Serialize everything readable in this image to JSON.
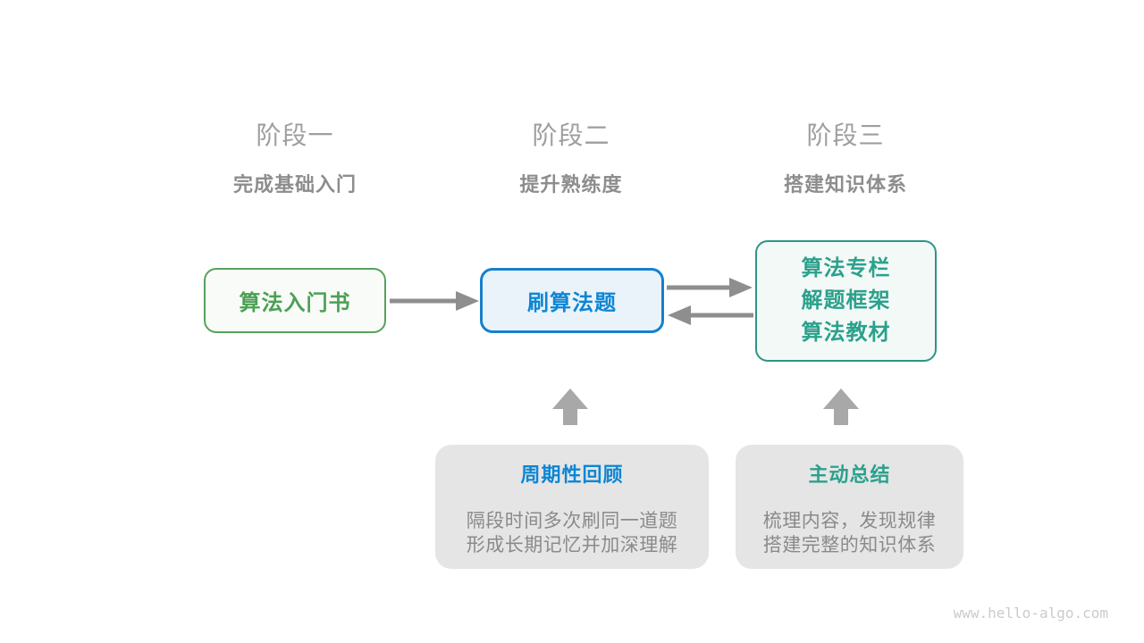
{
  "diagram": {
    "title_context": "algorithm-learning-path",
    "stages": [
      {
        "label": "阶段一",
        "subtitle": "完成基础入门"
      },
      {
        "label": "阶段二",
        "subtitle": "提升熟练度"
      },
      {
        "label": "阶段三",
        "subtitle": "搭建知识体系"
      }
    ],
    "nodes": {
      "intro_book": {
        "label": "算法入门书"
      },
      "practice": {
        "label": "刷算法题"
      },
      "resources": {
        "lines": [
          "算法专栏",
          "解题框架",
          "算法教材"
        ]
      }
    },
    "notes": [
      {
        "title": "周期性回顾",
        "body_lines": [
          "隔段时间多次刷同一道题",
          "形成长期记忆并加深理解"
        ]
      },
      {
        "title": "主动总结",
        "body_lines": [
          "梳理内容，发现规律",
          "搭建完整的知识体系"
        ]
      }
    ],
    "watermark": "www.hello-algo.com",
    "colors": {
      "green_border": "#56a25c",
      "green_text": "#4ba055",
      "green_fill": "#f8fbf7",
      "blue_border": "#1680cd",
      "blue_text": "#0e86d4",
      "blue_fill": "#eaf3fa",
      "teal_border": "#2e9486",
      "teal_text": "#2ba18c",
      "teal_fill": "#f3f9f7",
      "note_fill": "#e5e5e5",
      "note_body_text": "#8a8a8a",
      "stage_label_text": "#9e9e9e",
      "stage_subtitle_text": "#8d8d8d",
      "connector_arrow": "#8e8e8e",
      "block_arrow": "#a8a8a8",
      "watermark_text": "#cbcbcb"
    }
  }
}
